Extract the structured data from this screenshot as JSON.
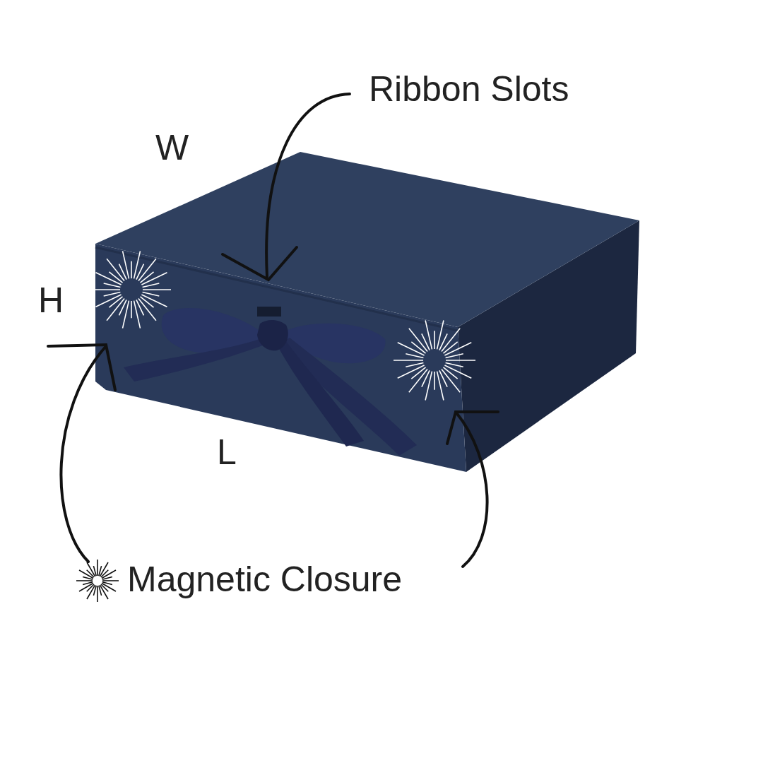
{
  "diagram": {
    "labels": [
      "Ribbon Slots",
      "W",
      "H",
      "L",
      "Magnetic Closure"
    ]
  }
}
